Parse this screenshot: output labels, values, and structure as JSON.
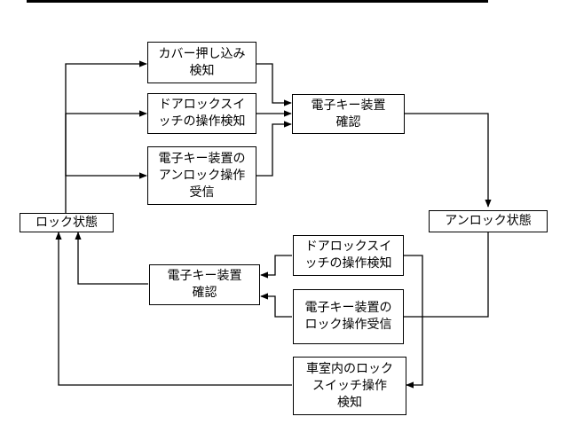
{
  "nodes": {
    "lock_state": {
      "label": "ロック状態"
    },
    "unlock_state": {
      "label": "アンロック状態"
    },
    "cover_press_detect": {
      "lines": [
        "カバー押し込み",
        "検知"
      ]
    },
    "door_lock_switch_detect_upper": {
      "lines": [
        "ドアロックスイ",
        "ッチの操作検知"
      ]
    },
    "ekey_unlock_receive": {
      "lines": [
        "電子キー装置の",
        "アンロック操作",
        "受信"
      ]
    },
    "ekey_confirm_upper": {
      "lines": [
        "電子キー装置",
        "確認"
      ]
    },
    "door_lock_switch_detect_lower": {
      "lines": [
        "ドアロックスイ",
        "ッチの操作検知"
      ]
    },
    "ekey_lock_receive": {
      "lines": [
        "電子キー装置の",
        "ロック操作受信"
      ]
    },
    "cabin_lock_switch_detect": {
      "lines": [
        "車室内のロック",
        "スイッチ操作",
        "検知"
      ]
    },
    "ekey_confirm_lower": {
      "lines": [
        "電子キー装置",
        "確認"
      ]
    }
  }
}
